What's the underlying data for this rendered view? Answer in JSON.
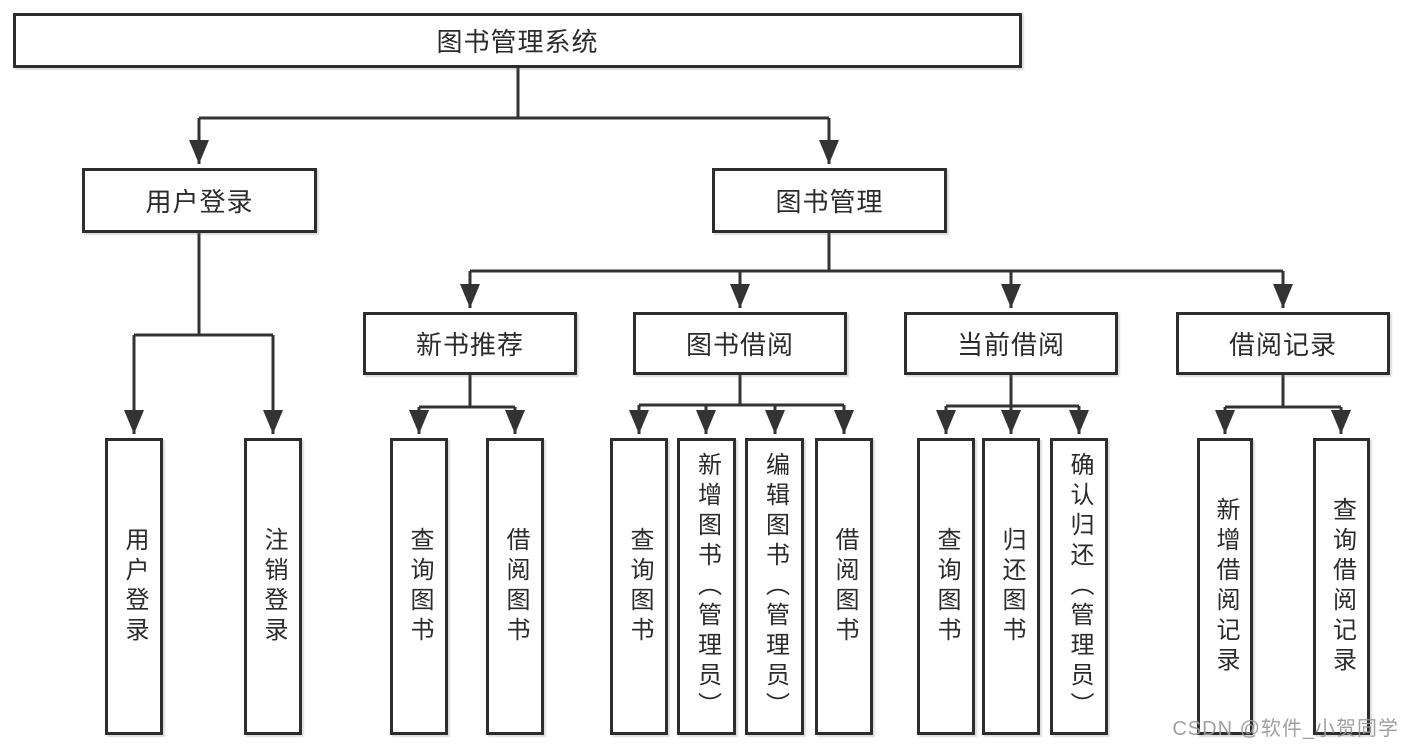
{
  "diagram_title": "图书管理系统",
  "tree": {
    "root": {
      "label": "图书管理系统"
    },
    "branches": [
      {
        "label": "用户登录",
        "children": [
          {
            "label": "用户登录"
          },
          {
            "label": "注销登录"
          }
        ]
      },
      {
        "label": "图书管理",
        "children": [
          {
            "label": "新书推荐",
            "children": [
              {
                "label": "查询图书"
              },
              {
                "label": "借阅图书"
              }
            ]
          },
          {
            "label": "图书借阅",
            "children": [
              {
                "label": "查询图书"
              },
              {
                "label": "新增图书（管理员）"
              },
              {
                "label": "编辑图书（管理员）"
              },
              {
                "label": "借阅图书"
              }
            ]
          },
          {
            "label": "当前借阅",
            "children": [
              {
                "label": "查询图书"
              },
              {
                "label": "归还图书"
              },
              {
                "label": "确认归还（管理员）"
              }
            ]
          },
          {
            "label": "借阅记录",
            "children": [
              {
                "label": "新增借阅记录"
              },
              {
                "label": "查询借阅记录"
              }
            ]
          }
        ]
      }
    ]
  },
  "watermark": "CSDN @软件_小贺同学",
  "colors": {
    "line": "#333333",
    "box_border": "#2d2d2d",
    "text": "#2b2b2b",
    "background": "#ffffff",
    "watermark": "#9b9b9b"
  }
}
